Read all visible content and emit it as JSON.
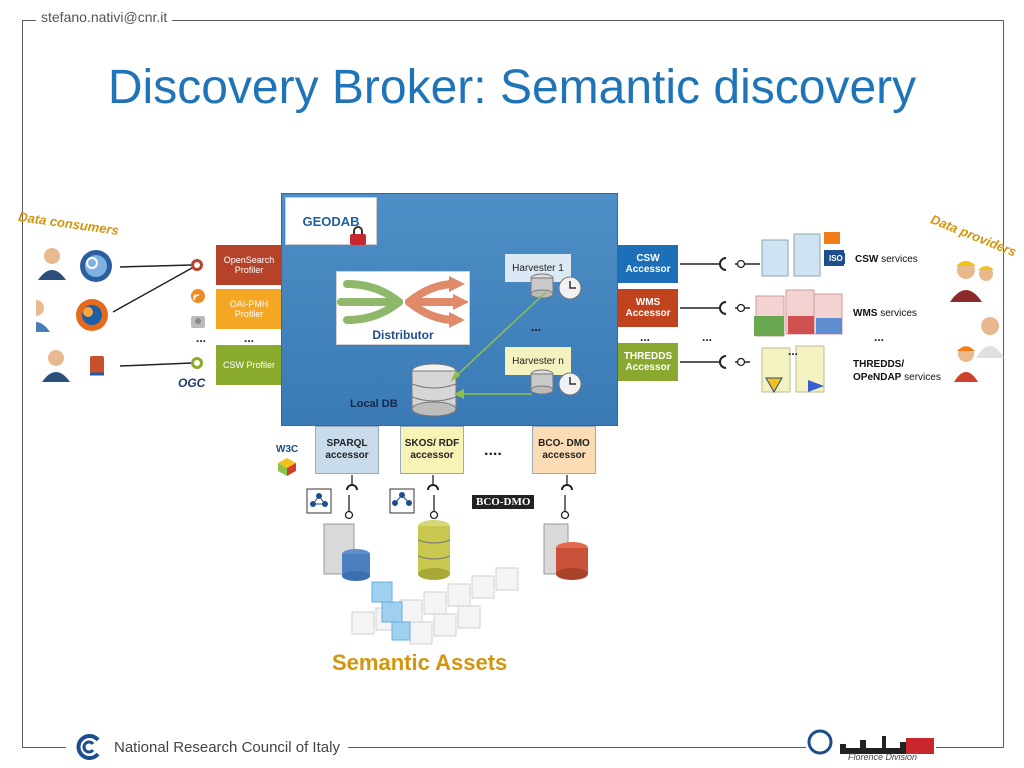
{
  "header": {
    "author": "stefano.nativi@cnr.it"
  },
  "title": "Discovery Broker: Semantic discovery",
  "consumers": {
    "label": "Data consumers"
  },
  "providers": {
    "label": "Data providers"
  },
  "profilers": [
    {
      "label": "OpenSearch Profiler",
      "color": "#b5432a"
    },
    {
      "label": "OAI-PMH Profiler",
      "color": "#f5a623"
    },
    {
      "label": "CSW Profiler",
      "color": "#8bab2f"
    }
  ],
  "profiler_dots": "...",
  "center": {
    "logo": "GEODAB",
    "distributor": "Distributor",
    "local_db": "Local DB",
    "harvester1": "Harvester 1",
    "harvesterN": "Harvester n",
    "dots": "..."
  },
  "accessors": [
    {
      "label": "CSW Accessor",
      "color": "#1d6fb8"
    },
    {
      "label": "WMS Accessor",
      "color": "#c0431e"
    },
    {
      "label": "THREDDS Accessor",
      "color": "#8aa82f"
    }
  ],
  "accessor_dots": "...",
  "services": [
    {
      "name": "CSW",
      "suffix": " services"
    },
    {
      "name": "WMS",
      "suffix": " services"
    },
    {
      "name": "THREDDS/ OPeNDAP",
      "suffix": " services"
    }
  ],
  "service_dots": "...",
  "semantic_accessors": [
    {
      "label": "SPARQL accessor",
      "color": "#c9dcec"
    },
    {
      "label": "SKOS/ RDF accessor",
      "color": "#f7f2b6"
    },
    {
      "label": "BCO- DMO accessor",
      "color": "#fbdcb4"
    }
  ],
  "semantic_dots": "....",
  "badges": {
    "ogc": "OGC",
    "w3c": "W3C",
    "sparql": "SPARQL",
    "rdf": "RDF",
    "bcodmo": "BCO-DMO",
    "iso": "ISO"
  },
  "semantic_assets": "Semantic Assets",
  "footer": {
    "org": "National Research Council of Italy",
    "division": "Florence Division"
  },
  "colors": {
    "title": "#1f74b8",
    "accent": "#d4950e",
    "center_bg": "#3a7ab5"
  }
}
